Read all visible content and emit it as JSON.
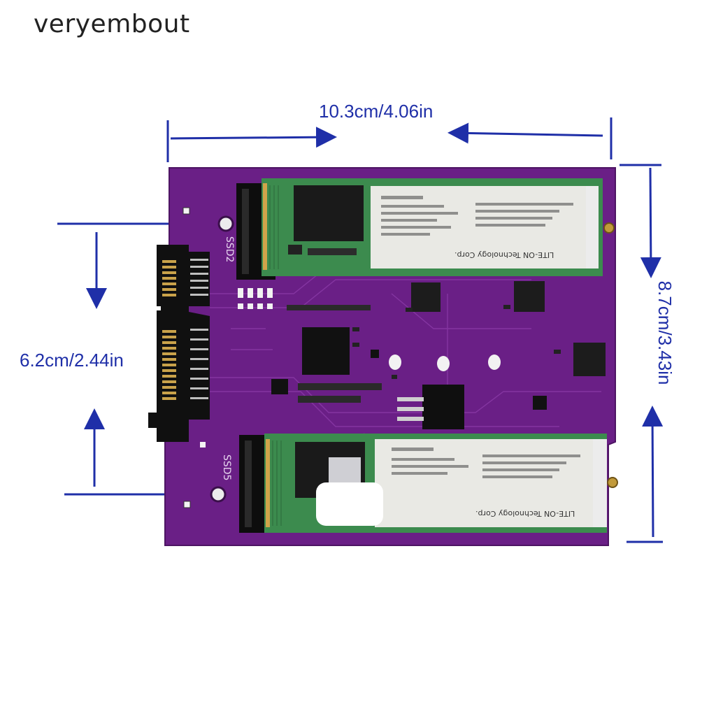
{
  "brand": {
    "name": "veryembout"
  },
  "dimensions": {
    "width": "10.3cm/4.06in",
    "height": "6.2cm/2.44in",
    "depth": "8.7cm/3.43in"
  },
  "board": {
    "slot_top_label": "SSD2",
    "slot_bottom_label": "SSD5",
    "ssd_top_maker": "LITE-ON Technology Corp.",
    "ssd_bottom_maker": "LITE-ON Technology Corp."
  },
  "colors": {
    "pcb": "#6a1f86",
    "ssd_pcb": "#3c8b4e",
    "label": "#e9e9e4",
    "arrow": "#1f2fa8"
  }
}
